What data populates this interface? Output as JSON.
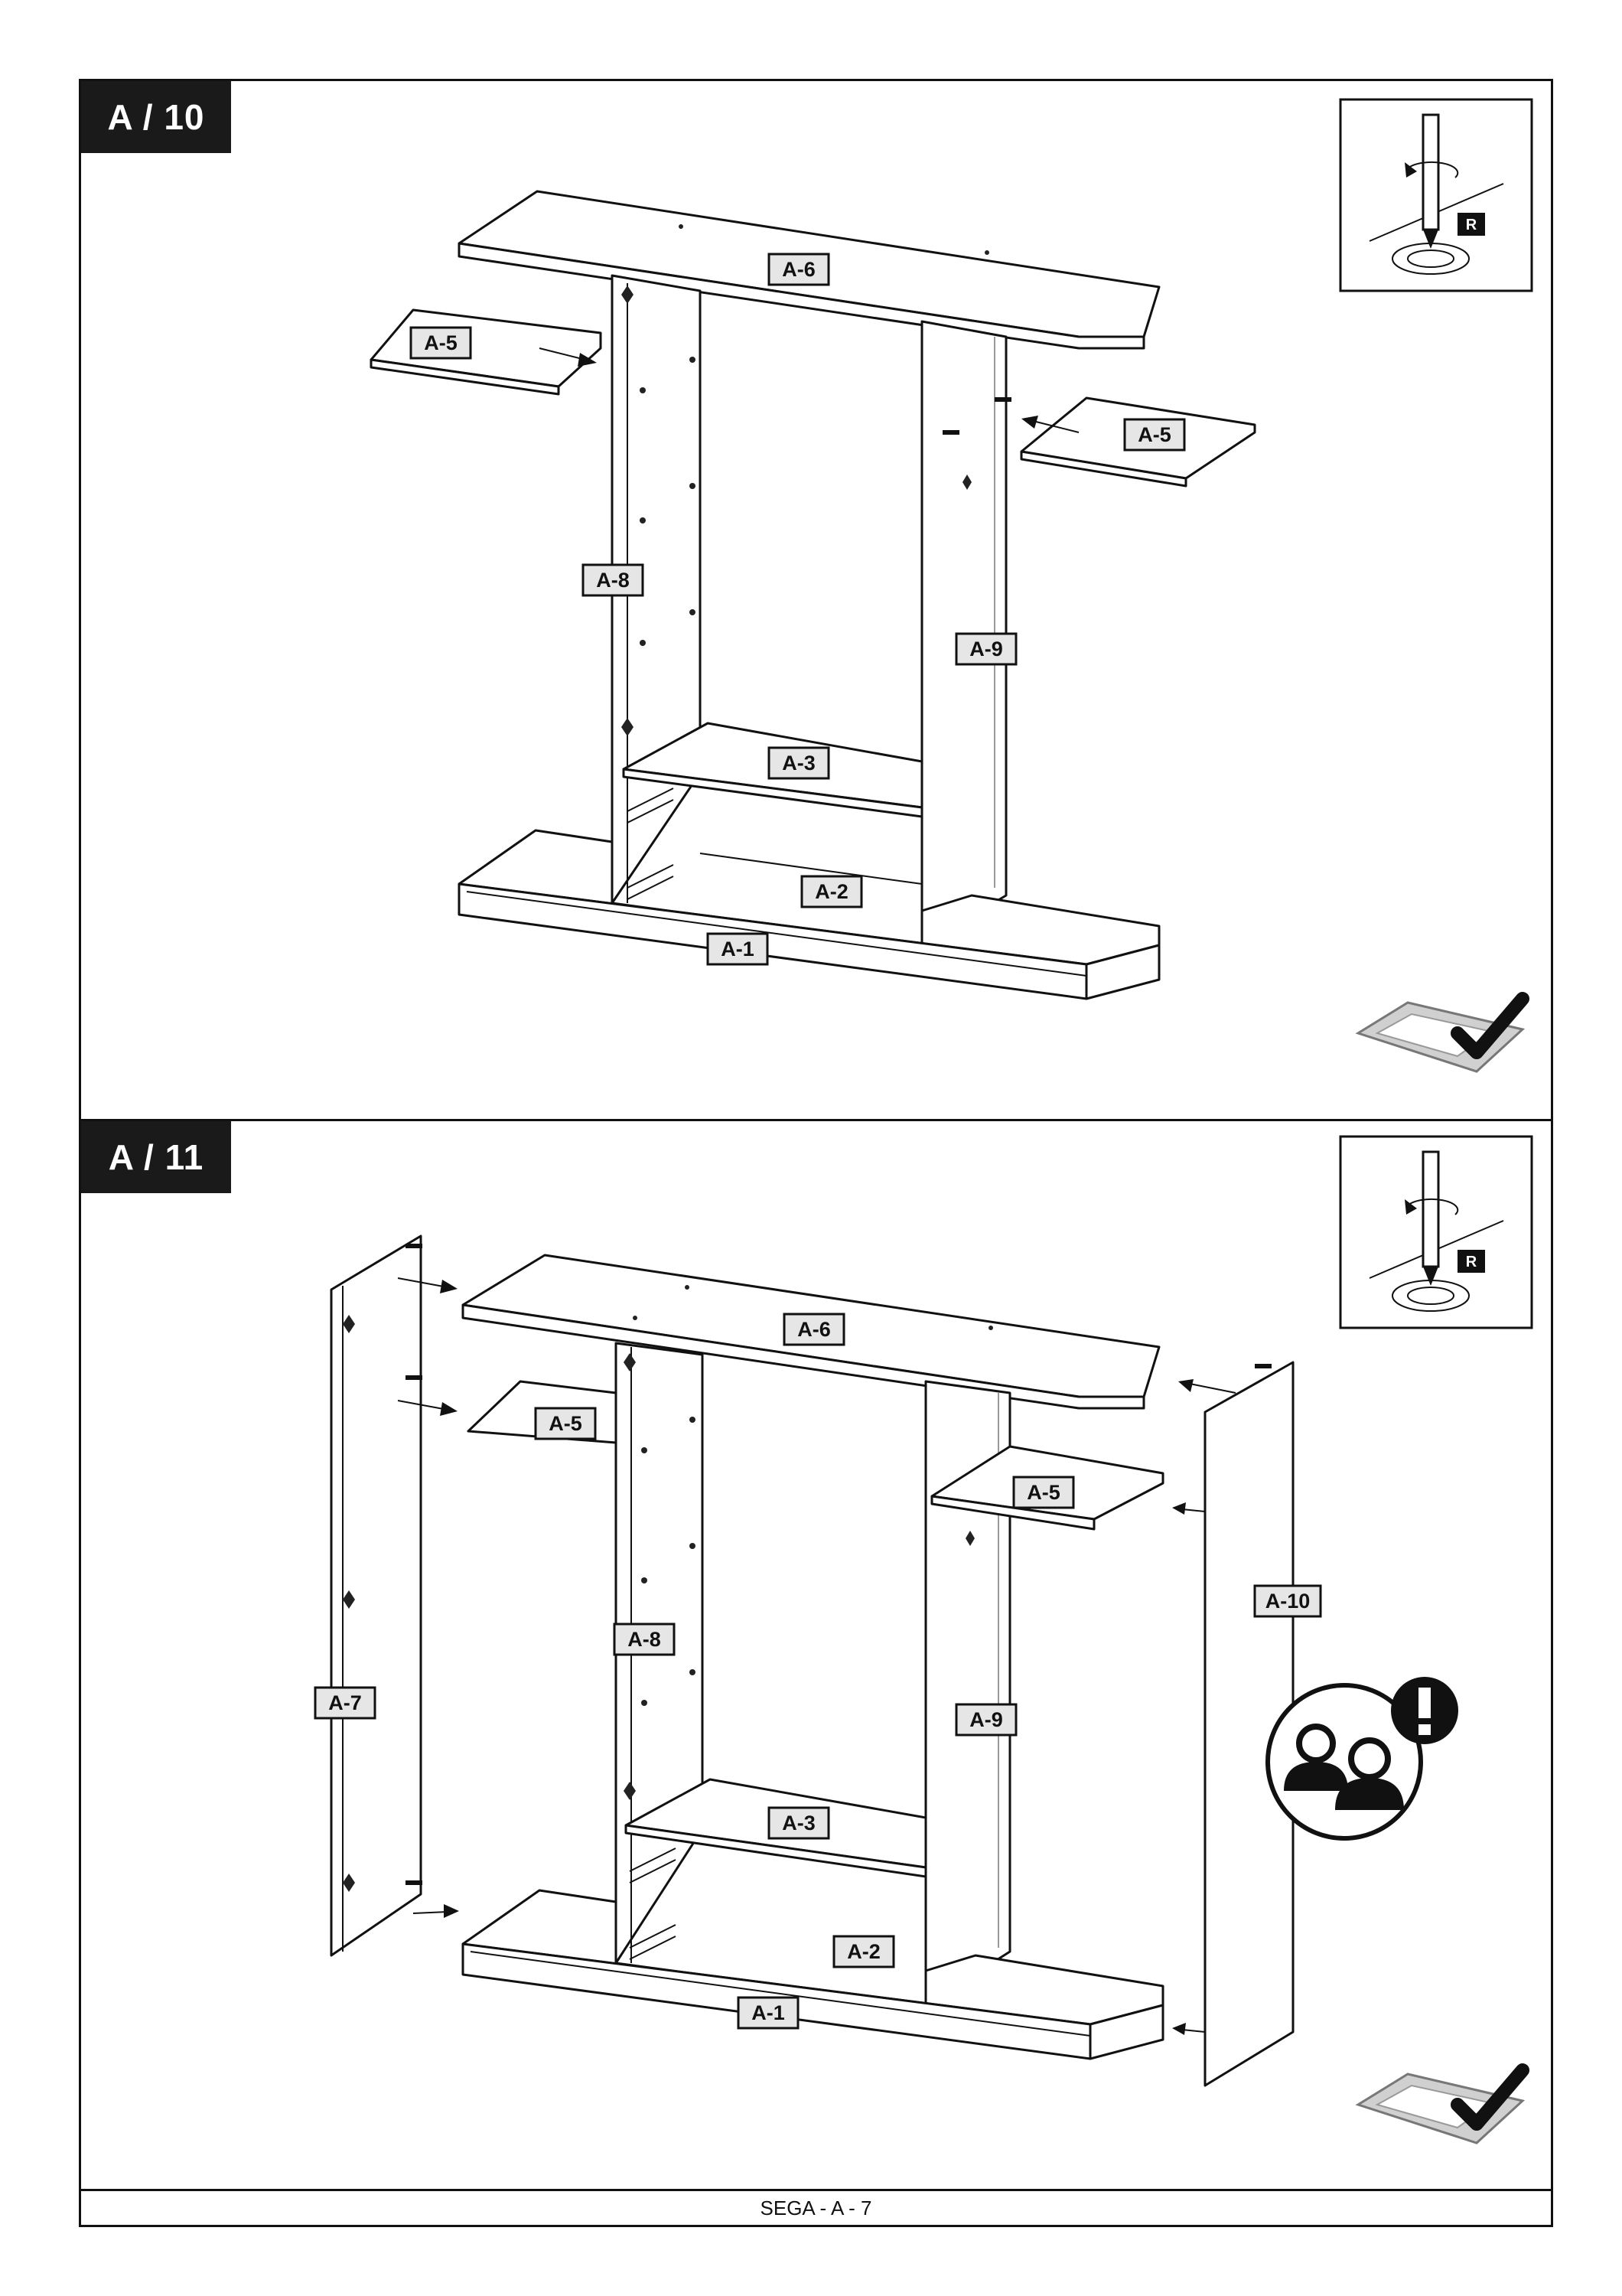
{
  "steps": [
    {
      "label": "A / 10"
    },
    {
      "label": "A / 11"
    }
  ],
  "step1_parts": {
    "a6": "A-6",
    "a5_left": "A-5",
    "a5_right": "A-5",
    "a8": "A-8",
    "a9": "A-9",
    "a3": "A-3",
    "a2": "A-2",
    "a1": "A-1"
  },
  "step2_parts": {
    "a6": "A-6",
    "a5_left": "A-5",
    "a5_right": "A-5",
    "a8": "A-8",
    "a9": "A-9",
    "a3": "A-3",
    "a2": "A-2",
    "a1": "A-1",
    "a7": "A-7",
    "a10": "A-10"
  },
  "tool_badge": "R",
  "footer": "SEGA - A - 7",
  "icons": [
    "screwdriver-tool-icon",
    "surface-protection-check-icon",
    "two-person-warning-icon"
  ]
}
